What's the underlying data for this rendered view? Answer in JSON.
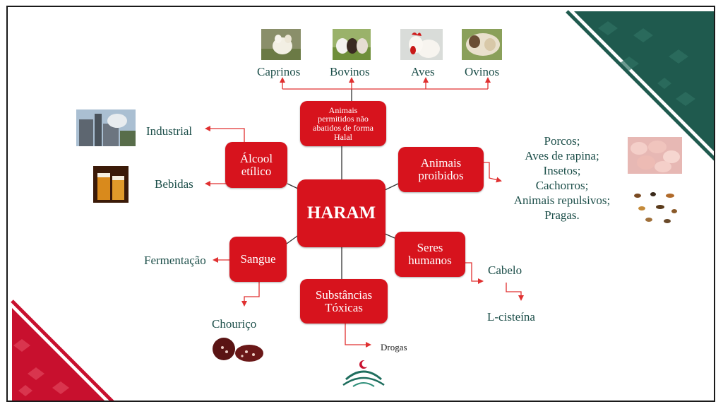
{
  "center": {
    "label": "HARAM"
  },
  "nodes": {
    "animais_nao_abatidos": {
      "label": "Animais\npermitidos não\nabatidos de forma\nHalal"
    },
    "alcool": {
      "label": "Álcool\netílico"
    },
    "animais_proibidos": {
      "label": "Animais\nproibidos"
    },
    "sangue": {
      "label": "Sangue"
    },
    "seres_humanos": {
      "label": "Seres\nhumanos"
    },
    "substancias": {
      "label": "Substâncias\nTóxicas"
    }
  },
  "leaves": {
    "caprinos": "Caprinos",
    "bovinos": "Bovinos",
    "aves": "Aves",
    "ovinos": "Ovinos",
    "industrial": "Industrial",
    "bebidas": "Bebidas",
    "fermentacao": "Fermentação",
    "chourico": "Chouriço",
    "drogas": "Drogas",
    "cabelo": "Cabelo",
    "l_cisteina": "L-cisteína",
    "proibidos_lista": "Porcos;\nAves de rapina;\nInsetos;\nCachorros;\nAnimais repulsivos;\nPragas."
  },
  "colors": {
    "box_red": "#d7131d",
    "arrow_red": "#e03030",
    "label_teal": "#1d4f4a",
    "corner_green": "#1f5a4e",
    "corner_red": "#c8102e"
  },
  "icons": {
    "logo": "crescent-mosque-logo",
    "photos": [
      "goat-photo",
      "cattle-photo",
      "rooster-photo",
      "sheep-photo",
      "factory-photo",
      "beer-photo",
      "pigs-photo",
      "insects-photo",
      "sausage-photo"
    ]
  }
}
